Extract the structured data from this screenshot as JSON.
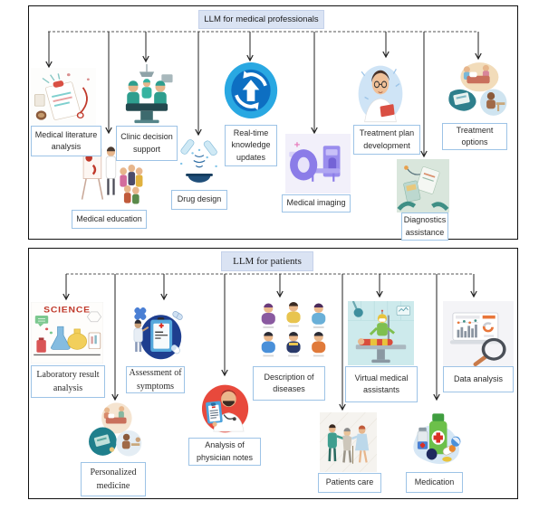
{
  "colors": {
    "panel_border": "#111111",
    "title_box_fill": "#dae3f3",
    "label_box_border": "#9dc3e6",
    "connector_line": "#222222",
    "realtime_icon_blue": "#29a8e2"
  },
  "panels": [
    {
      "title": "LLM for medical professionals",
      "items": [
        {
          "label": "Medical literature analysis",
          "icon": "clipboard-stethoscope-icon"
        },
        {
          "label": "Clinic decision support",
          "icon": "surgery-team-icon"
        },
        {
          "label": "Medical education",
          "icon": "teaching-children-icon"
        },
        {
          "label": "Drug design",
          "icon": "test-tubes-mortar-icon"
        },
        {
          "label": "Real-time knowledge updates",
          "icon": "refresh-update-icon"
        },
        {
          "label": "Medical imaging",
          "icon": "mri-scanner-icon"
        },
        {
          "label": "Treatment plan development",
          "icon": "doctor-laptop-icon"
        },
        {
          "label": "Diagnostics assistance",
          "icon": "diagnostic-tools-icon"
        },
        {
          "label": "Treatment options",
          "icon": "care-scenes-icon"
        }
      ]
    },
    {
      "title": "LLM for patients",
      "items": [
        {
          "label": "Laboratory result analysis",
          "icon": "science-lab-icon",
          "icon_text": "SCIENCE"
        },
        {
          "label": "Assessment of symptoms",
          "icon": "symptom-checklist-icon"
        },
        {
          "label": "Personalized medicine",
          "icon": "care-circles-icon"
        },
        {
          "label": "Analysis of physician notes",
          "icon": "doctor-notes-icon"
        },
        {
          "label": "Description of diseases",
          "icon": "sick-people-icon"
        },
        {
          "label": "Patients care",
          "icon": "nurses-assisting-icon"
        },
        {
          "label": "Virtual medical assistants",
          "icon": "robot-surgery-icon"
        },
        {
          "label": "Medication",
          "icon": "medicine-bottles-icon"
        },
        {
          "label": "Data analysis",
          "icon": "charts-magnifier-icon"
        }
      ]
    }
  ]
}
